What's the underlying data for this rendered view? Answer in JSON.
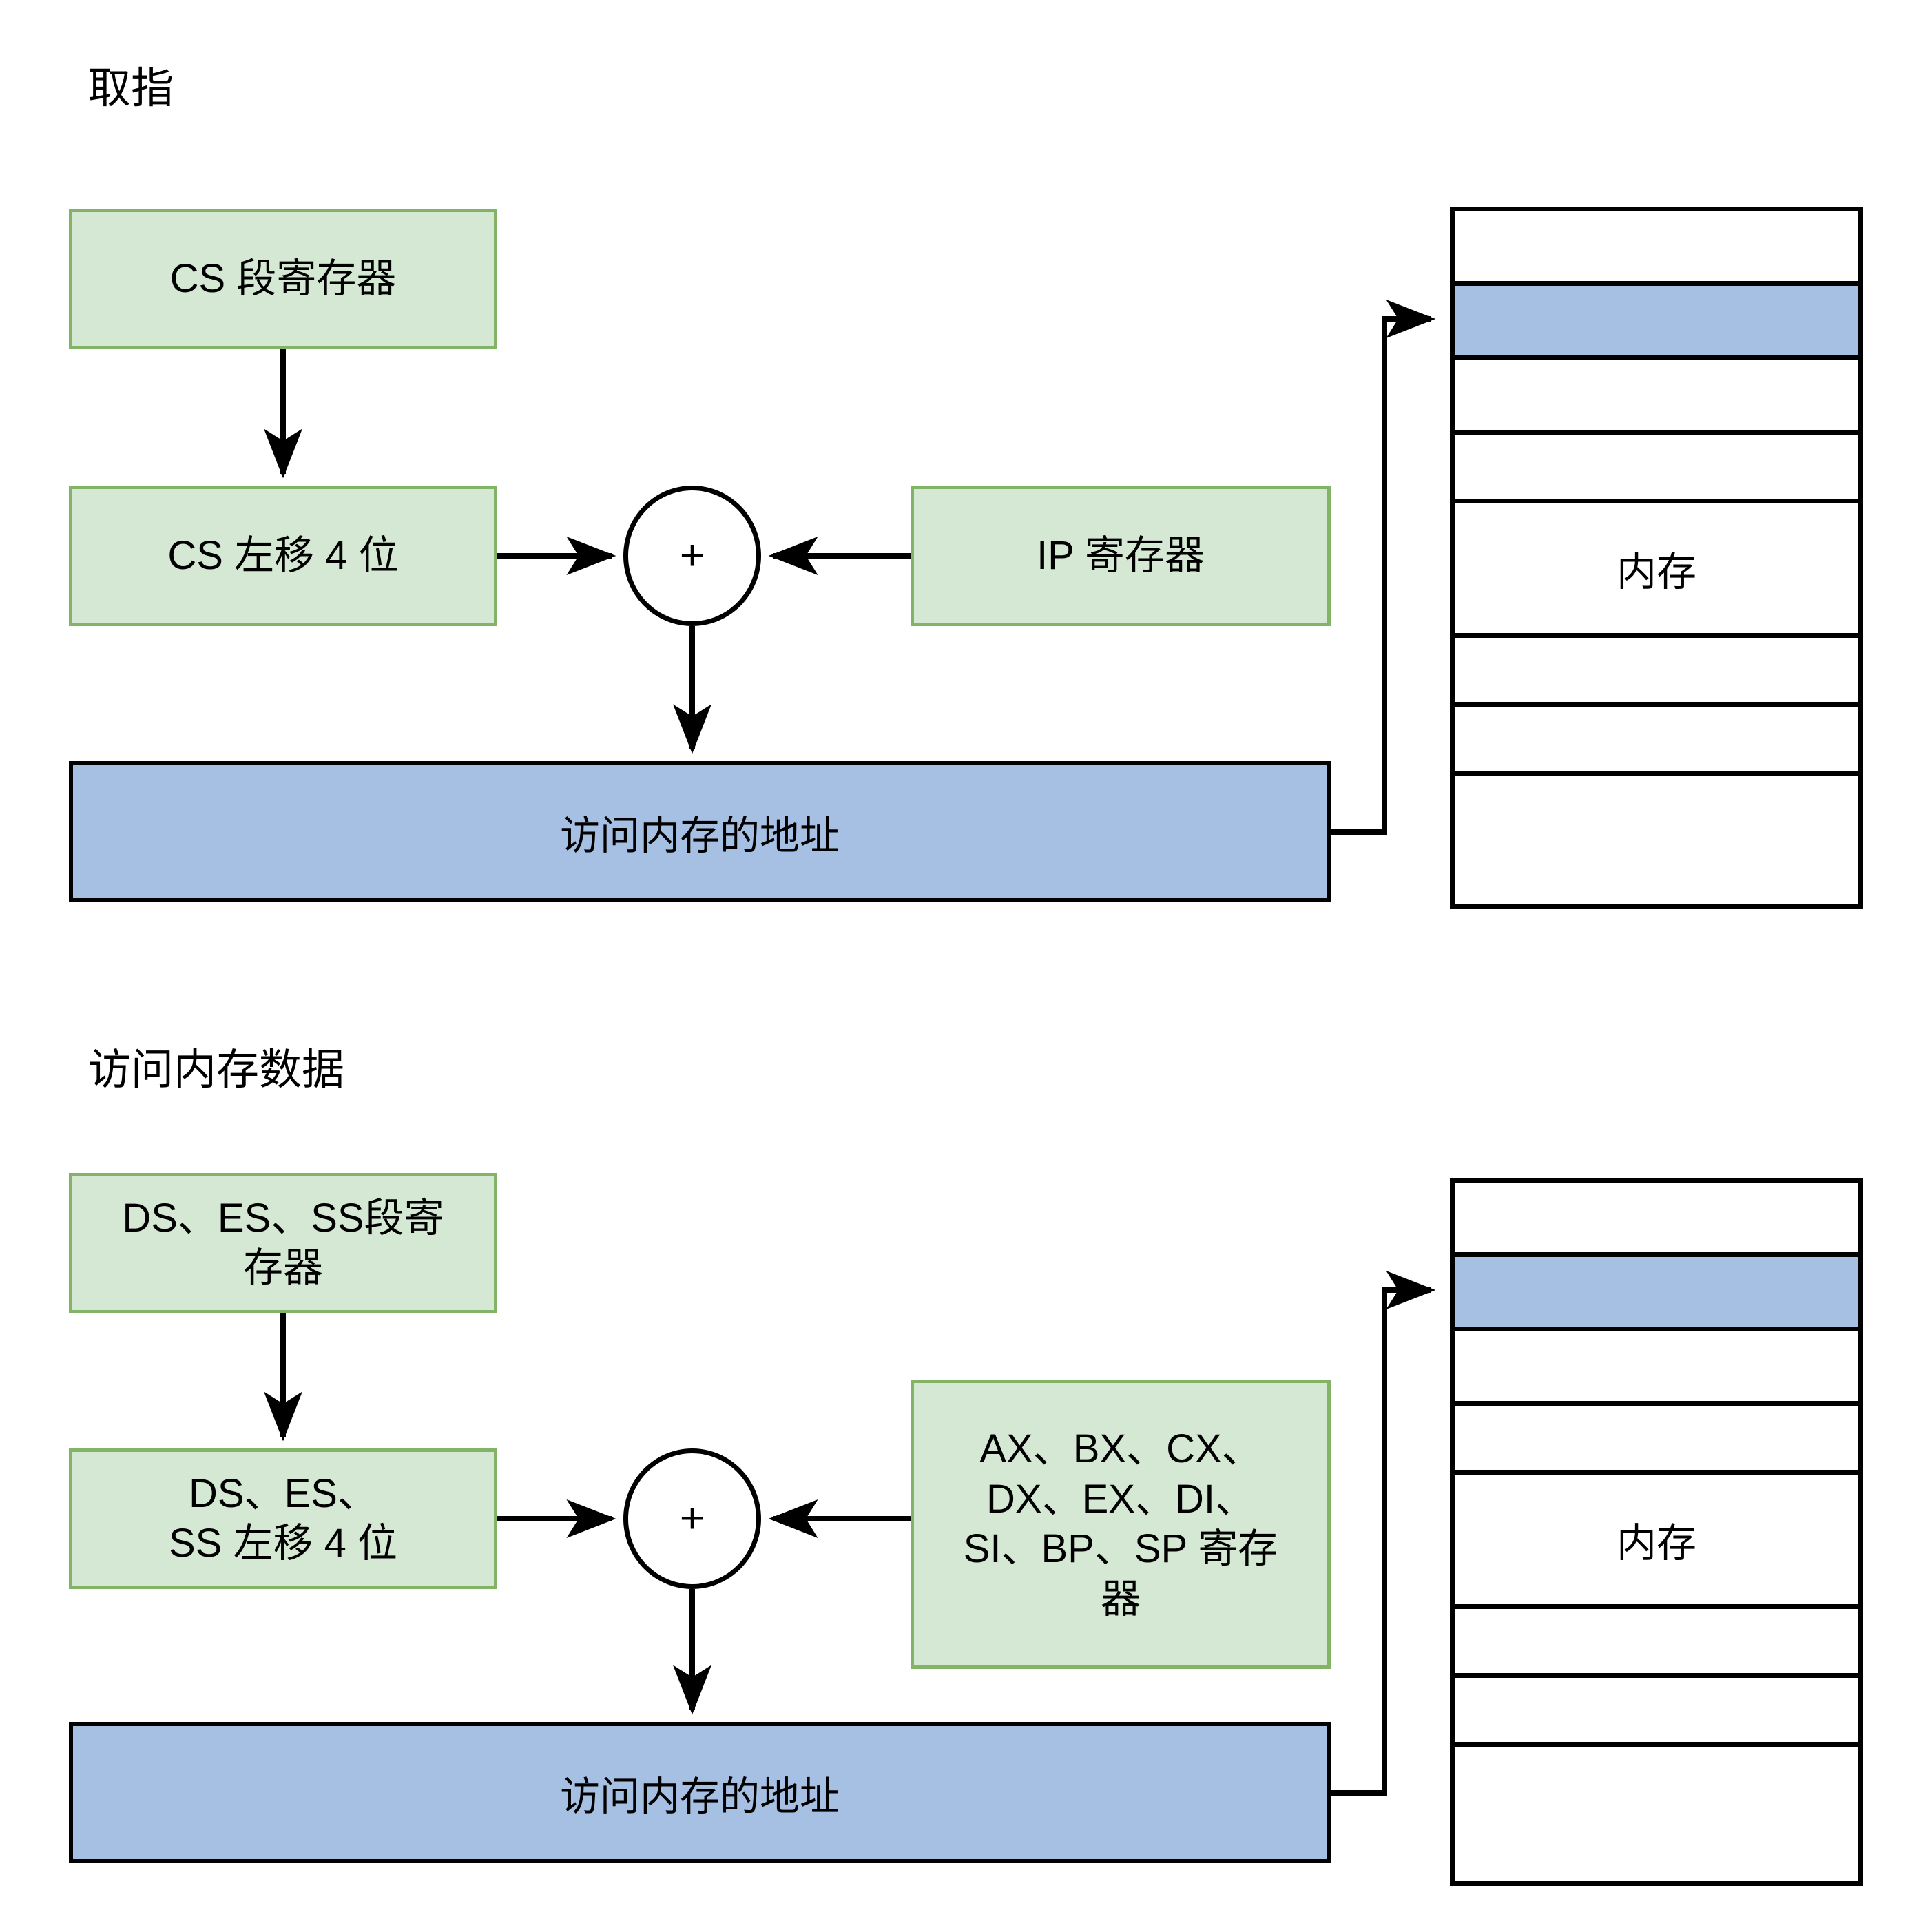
{
  "colors": {
    "green_fill": "#d5e8d4",
    "green_border": "#82b366",
    "blue_fill": "#a6c0e4",
    "line": "#000000",
    "background": "#ffffff"
  },
  "sections": [
    {
      "title": "取指",
      "segment_register_box": "CS 段寄存器",
      "shift_box": "CS 左移 4 位",
      "offset_box": "IP 寄存器",
      "adder_symbol": "+",
      "address_bar": "访问内存的地址",
      "memory": {
        "label": "内存",
        "row_count": 8,
        "highlighted_row_index": 1,
        "label_row_index": 3
      }
    },
    {
      "title": "访问内存数据",
      "segment_register_box": "DS、ES、SS段寄存器",
      "shift_box": "DS、ES、\nSS 左移 4 位",
      "offset_box": "AX、BX、CX、DX、EX、DI、SI、BP、SP 寄存器",
      "adder_symbol": "+",
      "address_bar": "访问内存的地址",
      "memory": {
        "label": "内存",
        "row_count": 8,
        "highlighted_row_index": 1,
        "label_row_index": 3
      }
    }
  ],
  "shift_box_lines_top": [
    "CS 左移 4 位"
  ],
  "shift_box_lines_bottom": [
    "DS、ES、",
    "SS 左移 4 位"
  ],
  "segment_box_lines_bottom": [
    "DS、ES、SS段寄",
    "存器"
  ],
  "offset_box_lines_bottom": [
    "AX、BX、CX、",
    "DX、EX、DI、",
    "SI、BP、SP 寄存",
    "器"
  ]
}
